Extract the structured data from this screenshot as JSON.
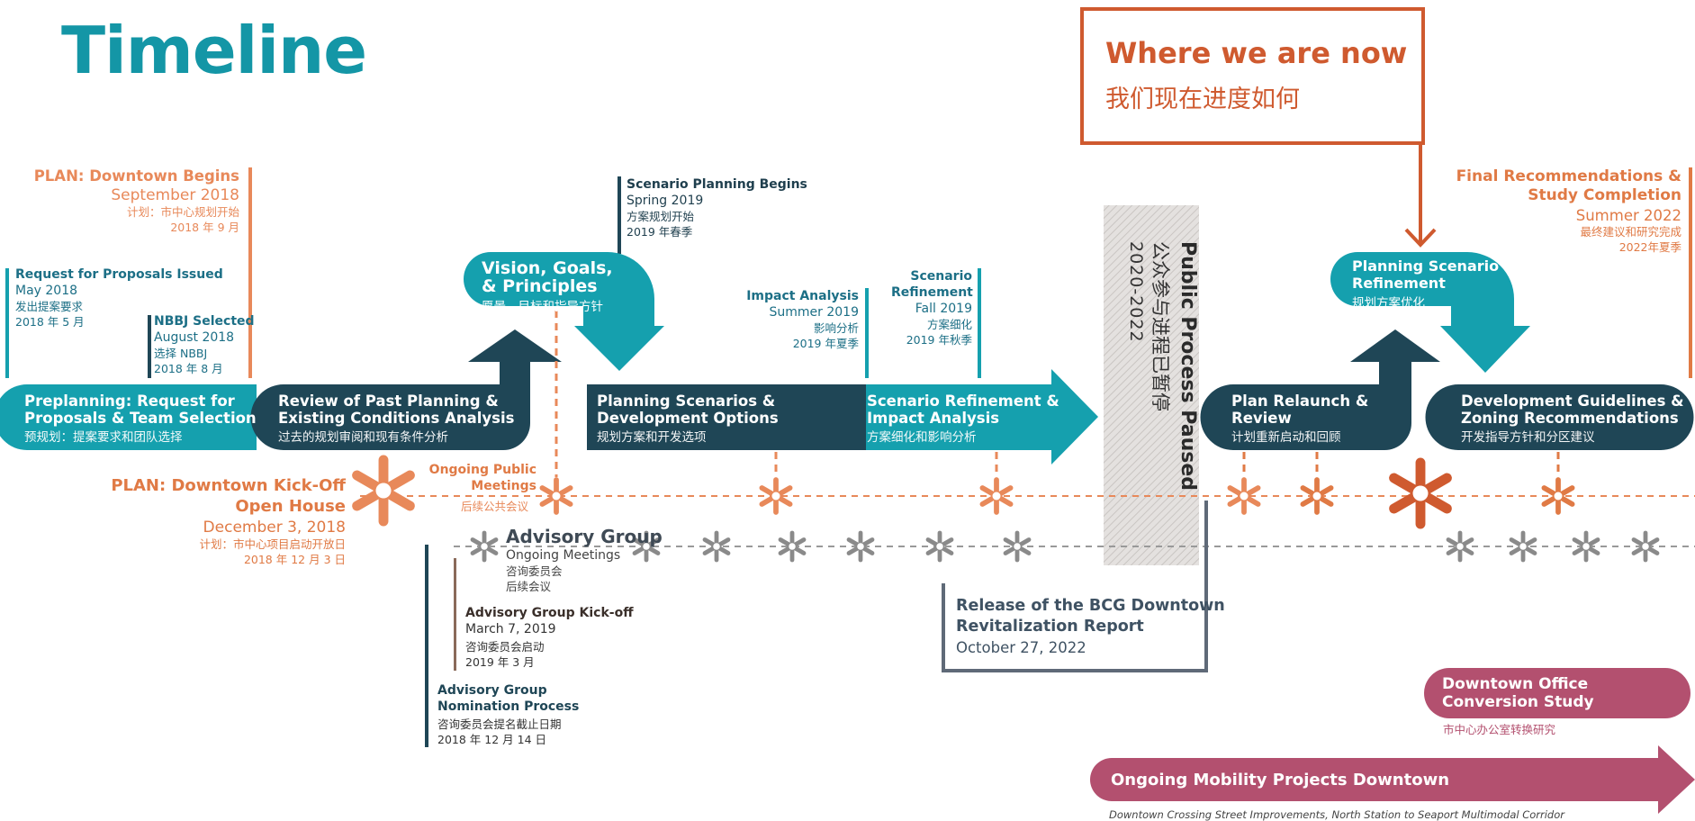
{
  "title": "Timeline",
  "where_box": {
    "en": "Where we are now",
    "cn": "我们现在进度如何"
  },
  "plan_begins": {
    "en": "PLAN: Downtown Begins",
    "date": "September 2018",
    "cn1": "计划：市中心规划开始",
    "cn2": "2018 年 9 月"
  },
  "rfp": {
    "en": "Request for Proposals Issued",
    "date": "May 2018",
    "cn1": "发出提案要求",
    "cn2": "2018 年 5 月"
  },
  "nbbj": {
    "en": "NBBJ Selected",
    "date": "August 2018",
    "cn1": "选择 NBBJ",
    "cn2": "2018 年 8 月"
  },
  "scenario_begins": {
    "en": "Scenario Planning Begins",
    "date": "Spring 2019",
    "cn1": "方案规划开始",
    "cn2": "2019 年春季"
  },
  "vision": {
    "en1": "Vision, Goals,",
    "en2": "& Principles",
    "cn": "愿景、目标和指导方针"
  },
  "impact": {
    "en": "Impact Analysis",
    "date": "Summer 2019",
    "cn1": "影响分析",
    "cn2": "2019 年夏季"
  },
  "scenario_refinement_label": {
    "en1": "Scenario",
    "en2": "Refinement",
    "date": "Fall 2019",
    "cn1": "方案细化",
    "cn2": "2019 年秋季"
  },
  "paused": {
    "en": "Public Process Paused",
    "cn": "公众参与进程已暂停",
    "years": "2020-2022"
  },
  "planning_refinement": {
    "en1": "Planning Scenario",
    "en2": "Refinement",
    "cn": "规划方案优化"
  },
  "final": {
    "en1": "Final Recommendations &",
    "en2": "Study Completion",
    "date": "Summer 2022",
    "cn1": "最终建议和研究完成",
    "cn2": "2022年夏季"
  },
  "segments": {
    "preplanning": {
      "en1": "Preplanning: Request for",
      "en2": "Proposals & Team Selection",
      "cn": "预规划：提案要求和团队选择"
    },
    "review": {
      "en1": "Review of Past Planning &",
      "en2": "Existing Conditions Analysis",
      "cn": "过去的规划审阅和现有条件分析"
    },
    "scenarios": {
      "en1": "Planning Scenarios &",
      "en2": "Development Options",
      "cn": "规划方案和开发选项"
    },
    "scen_refine": {
      "en1": "Scenario Refinement &",
      "en2": "Impact Analysis",
      "cn": "方案细化和影响分析"
    },
    "relaunch": {
      "en1": "Plan Relaunch &",
      "en2": "Review",
      "cn": "计划重新启动和回顾"
    },
    "guidelines": {
      "en1": "Development Guidelines &",
      "en2": "Zoning Recommendations",
      "cn": "开发指导方针和分区建议"
    }
  },
  "kickoff": {
    "en1": "PLAN: Downtown Kick-Off",
    "en2": "Open House",
    "date": "December 3, 2018",
    "cn1": "计划：市中心项目启动开放日",
    "cn2": "2018 年 12 月 3 日"
  },
  "ongoing_public": {
    "en1": "Ongoing Public",
    "en2": "Meetings",
    "cn": "后续公共会议"
  },
  "advisory": {
    "en": "Advisory Group",
    "sub": "Ongoing Meetings",
    "cn1": "咨询委员会",
    "cn2": "后续会议"
  },
  "adv_kickoff": {
    "en": "Advisory Group Kick-off",
    "date": "March 7, 2019",
    "cn1": "咨询委员会启动",
    "cn2": "2019 年 3 月"
  },
  "adv_nomination": {
    "en1": "Advisory Group",
    "en2": "Nomination Process",
    "cn1": "咨询委员会提名截止日期",
    "cn2": "2018 年 12 月 14 日"
  },
  "bcg": {
    "en1": "Release of the BCG Downtown",
    "en2": "Revitalization Report",
    "date": "October 27, 2022"
  },
  "office": {
    "en1": "Downtown Office",
    "en2": "Conversion Study",
    "cn": "市中心办公室转换研究"
  },
  "mobility": {
    "en": "Ongoing Mobility Projects Downtown",
    "sub": "Downtown Crossing Street Improvements, North Station to Seaport Multimodal Corridor"
  },
  "colors": {
    "teal": "#15a0ae",
    "navy": "#1f4656",
    "orange": "#e8895a",
    "red": "#cf5a2f",
    "magenta": "#b3506f"
  }
}
